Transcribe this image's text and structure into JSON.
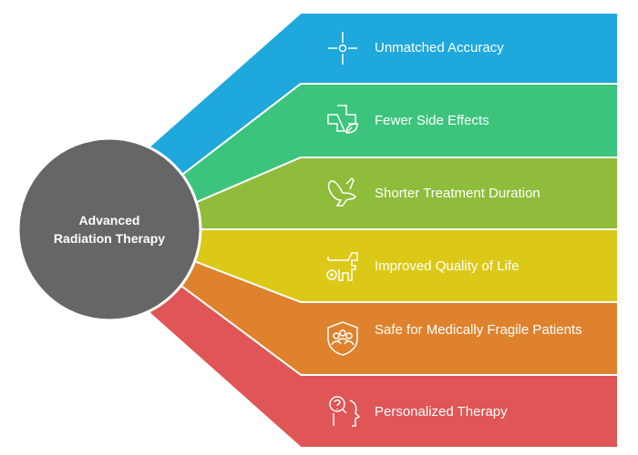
{
  "center": {
    "line1": "Advanced",
    "line2": "Radiation Therapy",
    "color": "#666666"
  },
  "items": [
    {
      "label": "Unmatched Accuracy",
      "icon": "crosshair-icon",
      "color": "#1fa8dc"
    },
    {
      "label": "Fewer Side Effects",
      "icon": "medical-cross-leaf-icon",
      "color": "#3cc47c"
    },
    {
      "label": "Shorter Treatment Duration",
      "icon": "rabbit-icon",
      "color": "#8fbc3a"
    },
    {
      "label": "Improved Quality of Life",
      "icon": "dog-wheelchair-icon",
      "color": "#dcc817"
    },
    {
      "label": "Safe for Medically Fragile Patients",
      "icon": "shield-people-icon",
      "color": "#df822e"
    },
    {
      "label": "Personalized Therapy",
      "icon": "head-question-icon",
      "color": "#e05555"
    }
  ]
}
